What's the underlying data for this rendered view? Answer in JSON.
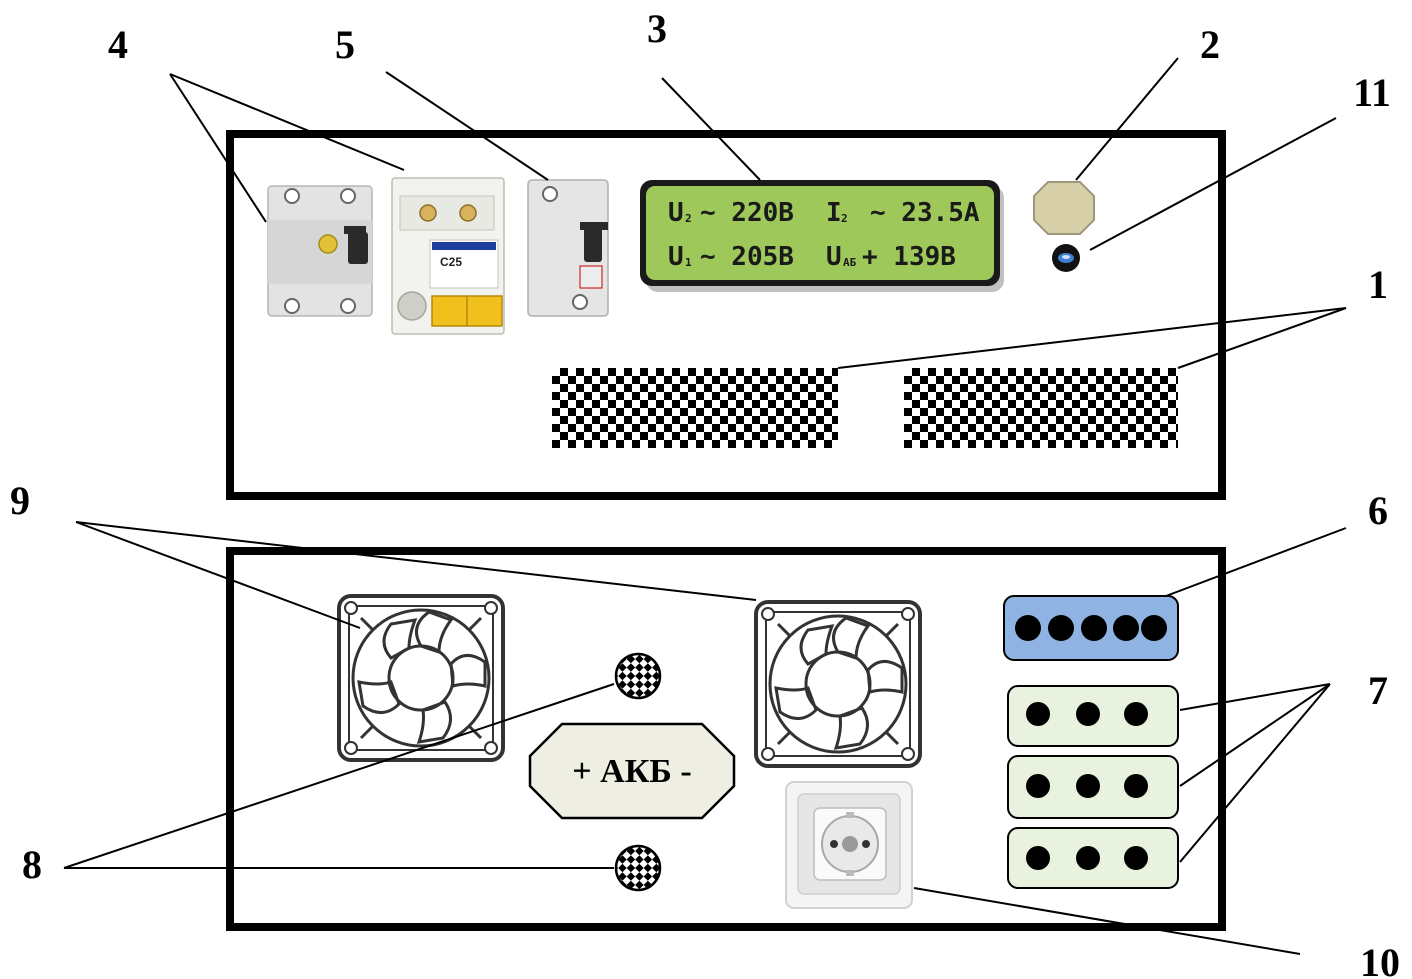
{
  "callouts": {
    "n1": "1",
    "n2": "2",
    "n3": "3",
    "n4": "4",
    "n5": "5",
    "n6": "6",
    "n7": "7",
    "n8": "8",
    "n9": "9",
    "n10": "10",
    "n11": "11"
  },
  "display": {
    "u2_label": "U",
    "u2_sub": "2",
    "u2_value": "~ 220B",
    "i2_label": "I",
    "i2_sub": "2",
    "i2_value": "~ 23.5A",
    "u1_label": "U",
    "u1_sub": "1",
    "u1_value": "~ 205B",
    "uab_label": "U",
    "uab_sub": "АБ",
    "uab_value": "+ 139B"
  },
  "breaker": {
    "rating": "C25"
  },
  "battery": {
    "label": "+ АКБ -"
  },
  "colors": {
    "lcd_bg": "#9ec85a",
    "connector6": "#8fb3e3",
    "connector7": "#e8f2de",
    "button": "#d6cfa8"
  }
}
